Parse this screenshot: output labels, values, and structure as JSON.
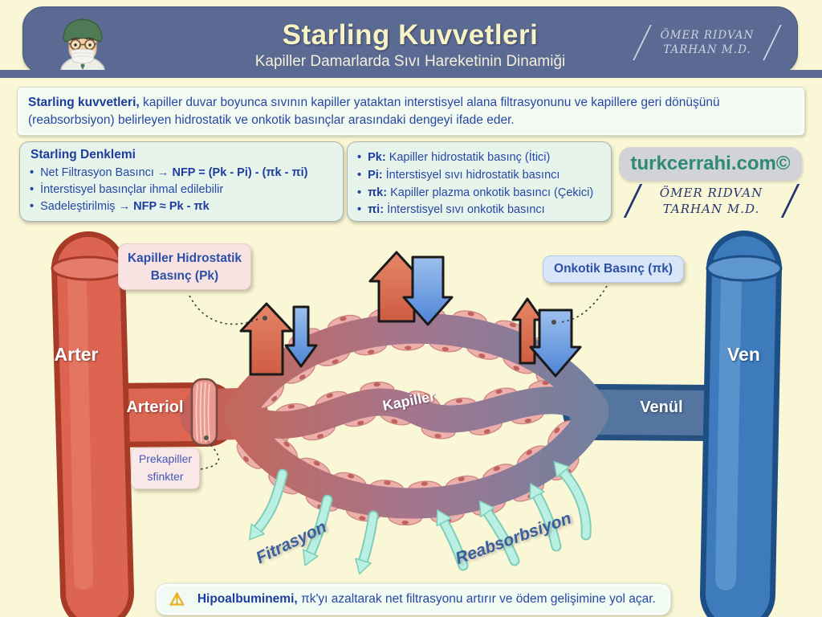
{
  "header": {
    "title": "Starling Kuvvetleri",
    "subtitle": "Kapiller Damarlarda Sıvı Hareketinin Dinamiği",
    "signature": {
      "line1": "ÖMER RIDVAN",
      "line2": "TARHAN M.D."
    }
  },
  "intro": {
    "lead": "Starling kuvvetleri,",
    "text": "kapiller duvar boyunca sıvının kapiller yataktan interstisyel alana filtrasyonunu ve kapillere geri dönüşünü (reabsorbsiyon) belirleyen hidrostatik ve onkotik basınçlar arasındaki dengeyi ifade eder."
  },
  "equation_box": {
    "title": "Starling Denklemi",
    "items": [
      {
        "plain": "Net Filtrasyon Basıncı → ",
        "bold": "NFP = (Pk - Pi) - (πk - πi)"
      },
      {
        "plain": "İnterstisyel basınçlar ihmal edilebilir",
        "bold": ""
      },
      {
        "plain": "Sadeleştirilmiş → ",
        "bold": "NFP ≈ Pk - πk"
      }
    ]
  },
  "definitions_box": {
    "items": [
      {
        "term": "Pk:",
        "desc": "Kapiller hidrostatik basınç (İtici)"
      },
      {
        "term": "Pi:",
        "desc": "İnterstisyel sıvı hidrostatik basıncı"
      },
      {
        "term": "πk:",
        "desc": "Kapiller plazma onkotik basıncı (Çekici)"
      },
      {
        "term": "πi:",
        "desc": "İnterstisyel sıvı onkotik basıncı"
      }
    ]
  },
  "branding": {
    "site": "turkcerrahi.com©",
    "signature": {
      "line1": "ÖMER RIDVAN",
      "line2": "TARHAN M.D."
    }
  },
  "diagram": {
    "vessel_labels": {
      "artery": "Arter",
      "arteriole": "Arteriol",
      "vein": "Ven",
      "venule": "Venül",
      "capillary": "Kapiller"
    },
    "callouts": {
      "hydrostatic": "Kapiller Hidrostatik Basınç (Pk)",
      "oncotic": "Onkotik Basınç (πk)",
      "sphincter": "Prekapiller sfinkter"
    },
    "flow_labels": {
      "filtration": "Fitrasyon",
      "reabsorption": "Reabsorbsiyon"
    }
  },
  "warning": {
    "icon": "⚠",
    "lead": "Hipoalbuminemi,",
    "text": "πk'yı azaltarak net filtrasyonu artırır ve ödem gelişimine yol açar."
  },
  "colors": {
    "header_bg": "#5b6a92",
    "artery_red": "#dd6450",
    "vein_blue": "#3d7bbd",
    "capillary_cell": "#edafab",
    "cyan_arrow": "#baf0e2",
    "text_blue": "#2547a6",
    "brand_teal": "#2e8a77",
    "background": "#faf7d6"
  }
}
